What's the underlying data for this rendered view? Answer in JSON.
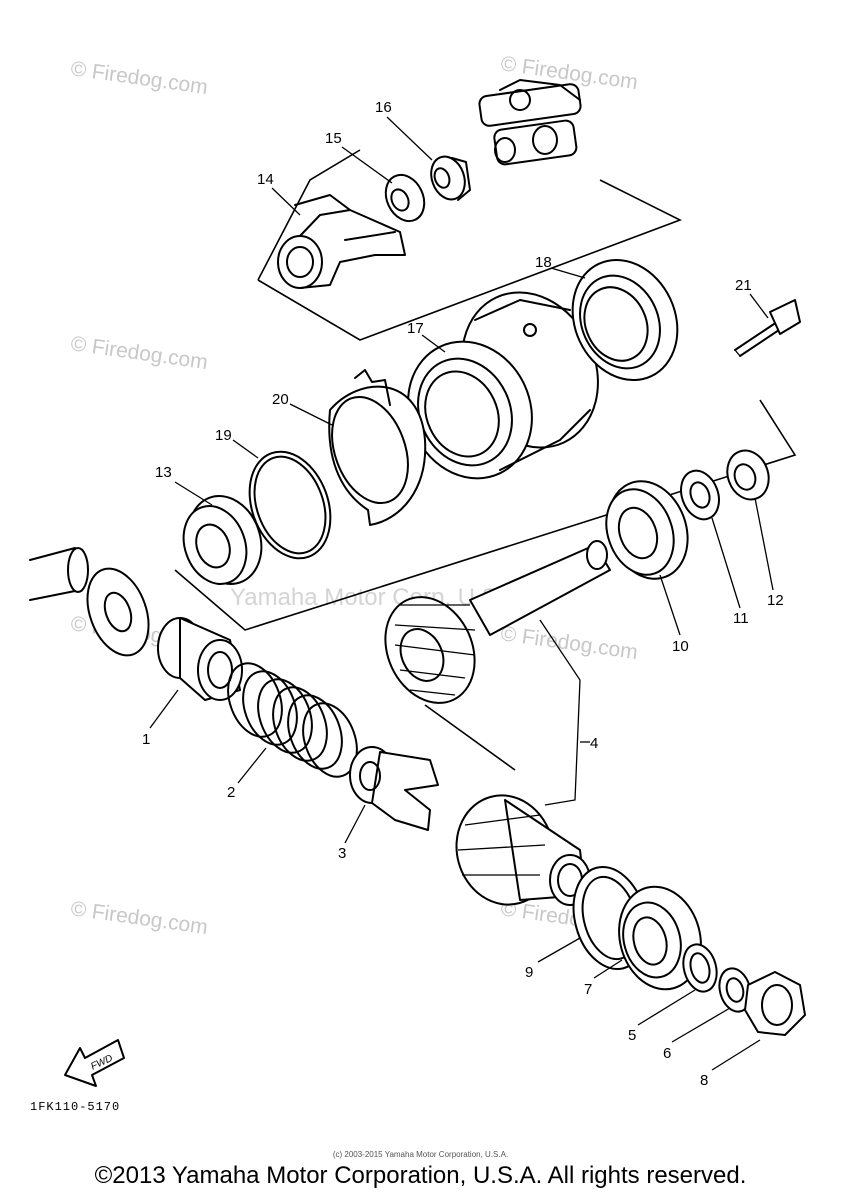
{
  "diagram": {
    "part_numbers": [
      "1",
      "2",
      "3",
      "4",
      "5",
      "6",
      "7",
      "8",
      "9",
      "10",
      "11",
      "12",
      "13",
      "14",
      "15",
      "16",
      "17",
      "18",
      "19",
      "20",
      "21"
    ],
    "drawing_code": "1FK110-5170",
    "direction_label": "FWD",
    "watermark": "© Firedog.com",
    "center_watermark": "Yamaha Motor Corp, U.S.A.",
    "small_copyright": "(c) 2003-2015 Yamaha Motor Corporation, U.S.A.",
    "copyright": "©2013 Yamaha Motor Corporation, U.S.A. All rights reserved."
  }
}
